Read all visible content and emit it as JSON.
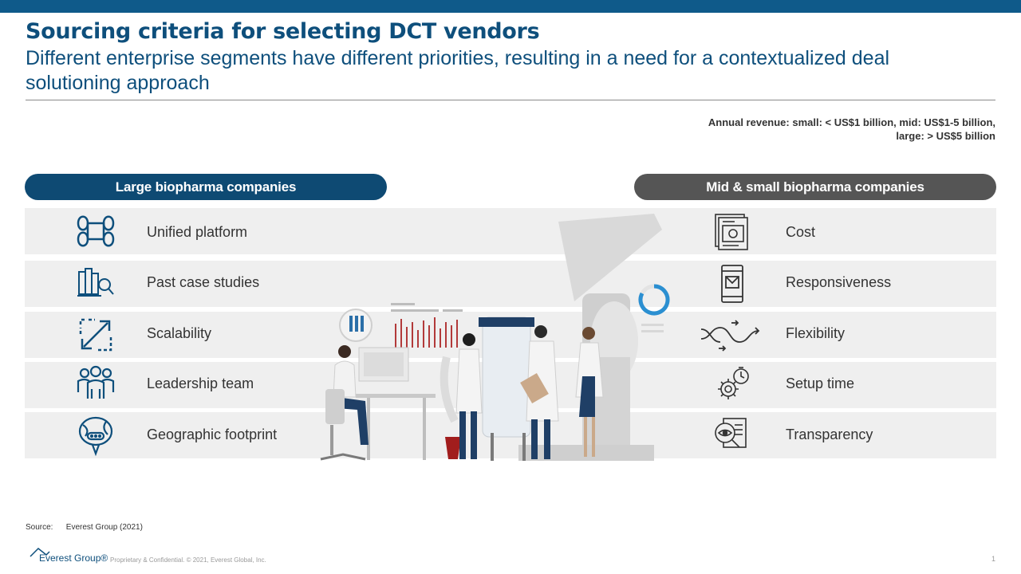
{
  "header": {
    "title": "Sourcing criteria for selecting DCT vendors",
    "subtitle": "Different enterprise segments have different priorities, resulting in a need for a contextualized deal solutioning approach"
  },
  "revenue_note": {
    "line1": "Annual revenue: small: < US$1 billion, mid: US$1-5 billion,",
    "line2": "large: > US$5 billion"
  },
  "left_segment": {
    "label": "Large biopharma companies",
    "items": [
      {
        "label": "Unified platform",
        "icon": "unified-platform-icon"
      },
      {
        "label": "Past case studies",
        "icon": "case-studies-icon"
      },
      {
        "label": "Scalability",
        "icon": "scalability-icon"
      },
      {
        "label": "Leadership team",
        "icon": "leadership-team-icon"
      },
      {
        "label": "Geographic footprint",
        "icon": "geographic-footprint-icon"
      }
    ]
  },
  "right_segment": {
    "label": "Mid & small biopharma companies",
    "items": [
      {
        "label": "Cost",
        "icon": "cost-icon"
      },
      {
        "label": "Responsiveness",
        "icon": "responsiveness-icon"
      },
      {
        "label": "Flexibility",
        "icon": "flexibility-icon"
      },
      {
        "label": "Setup time",
        "icon": "setup-time-icon"
      },
      {
        "label": "Transparency",
        "icon": "transparency-icon"
      }
    ]
  },
  "footer": {
    "source_label": "Source:",
    "source_text": "Everest Group (2021)",
    "logo_text": "Everest Group®",
    "confidential": "Proprietary & Confidential. © 2021, Everest Global, Inc.",
    "page_number": "1"
  },
  "colors": {
    "brand_blue": "#0e4f7c",
    "pill_left": "#0e4a73",
    "pill_right": "#555555",
    "row_bg": "#efefef",
    "top_bar": "#0f5a8a"
  }
}
